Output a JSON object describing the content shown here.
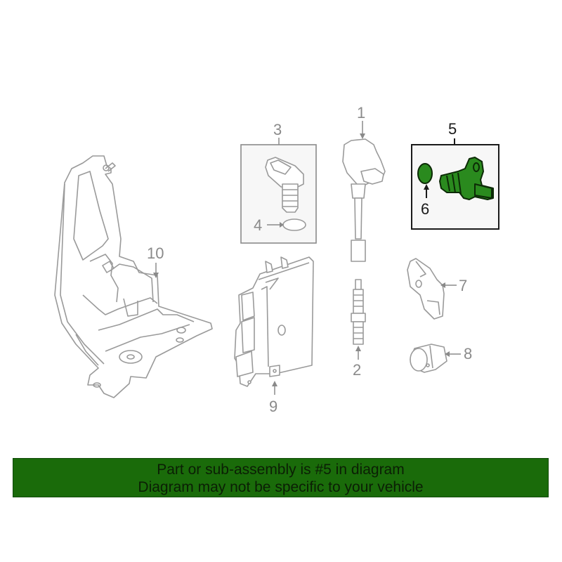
{
  "diagram": {
    "callouts": [
      {
        "id": "1",
        "label": "1"
      },
      {
        "id": "2",
        "label": "2"
      },
      {
        "id": "3",
        "label": "3"
      },
      {
        "id": "4",
        "label": "4"
      },
      {
        "id": "5",
        "label": "5"
      },
      {
        "id": "6",
        "label": "6"
      },
      {
        "id": "7",
        "label": "7"
      },
      {
        "id": "8",
        "label": "8"
      },
      {
        "id": "9",
        "label": "9"
      },
      {
        "id": "10",
        "label": "10"
      }
    ],
    "highlighted_part": "5",
    "colors": {
      "line_art": "#9a9a9a",
      "highlight_fill": "#2a8a1e",
      "highlight_outline": "#0c2a06",
      "box_outline": "#8a8a8a",
      "highlight_box_outline": "#1a1a1a"
    }
  },
  "banner": {
    "line1": "Part or sub-assembly is #5 in diagram",
    "line2": "Diagram may not be specific to your vehicle",
    "background": "#1a6b0a",
    "text_color": "#0b1f05"
  }
}
